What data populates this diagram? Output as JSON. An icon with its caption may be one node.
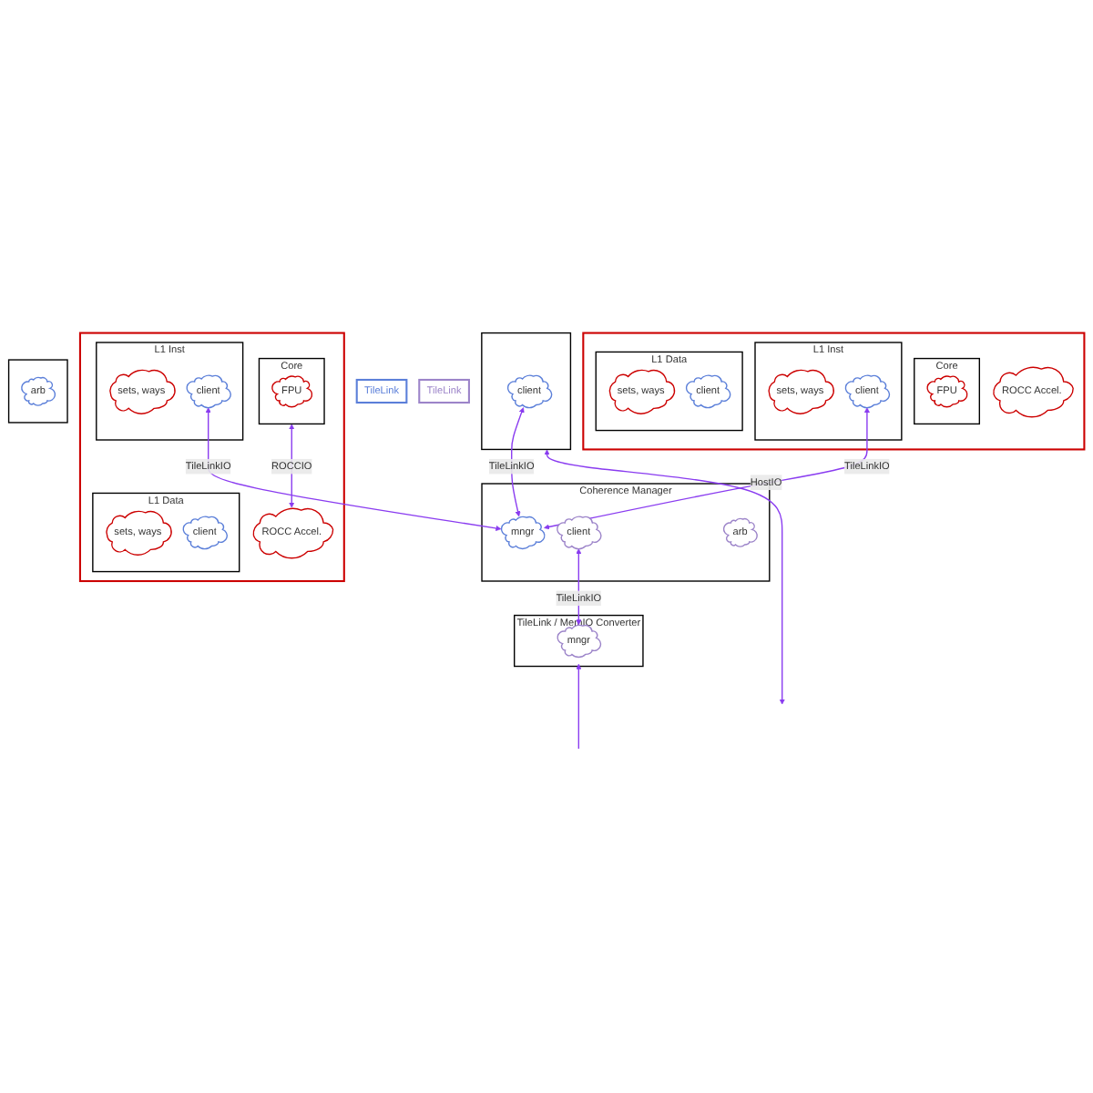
{
  "diagram": {
    "nodes": [
      {
        "text": [],
        "shape": "box"
      },
      {
        "text": [
          "Core"
        ],
        "in": 0
      },
      {
        "text": [
          "FPU"
        ],
        "in": 1
      },
      {
        "text": [
          "ROCC Accel."
        ],
        "in": 0
      },
      {
        "text": [
          "L1 Inst"
        ],
        "in": 0
      },
      {
        "text": [
          "sets, ways"
        ],
        "in": 4
      },
      {
        "text": [
          "client"
        ],
        "in": 4
      },
      {
        "text": [
          "L1 Data"
        ],
        "in": 0
      },
      {
        "text": [
          "sets, ways"
        ],
        "in": 7
      },
      {
        "text": [
          "client"
        ],
        "in": 7
      },
      {
        "text": [],
        "shape": "box"
      },
      {
        "text": [
          "Core"
        ],
        "in": 10
      },
      {
        "text": [
          "FPU"
        ],
        "in": 11
      },
      {
        "text": [
          "ROCC Accel."
        ],
        "in": 10
      },
      {
        "text": [
          "L1 Inst"
        ],
        "in": 10
      },
      {
        "text": [
          "sets, ways"
        ],
        "in": 14
      },
      {
        "text": [
          "client"
        ],
        "in": 14
      },
      {
        "text": [
          "L1 Data"
        ],
        "in": 10
      },
      {
        "text": [
          "sets, ways"
        ],
        "in": 17
      },
      {
        "text": [
          "client"
        ],
        "in": 17
      },
      {
        "text": [],
        "shape": "box"
      },
      {
        "text": [
          "client"
        ],
        "in": 20
      },
      {
        "text": [],
        "shape": "box"
      },
      {
        "text": [
          "arb"
        ],
        "in": 22
      },
      {
        "text": [
          "Coherence Manager"
        ]
      },
      {
        "text": [
          "mngr"
        ],
        "in": 24
      },
      {
        "text": [
          "client"
        ],
        "in": 24
      },
      {
        "text": [
          "arb"
        ],
        "in": 24
      },
      {
        "text": [
          "TileLink / MemIO Converter"
        ]
      },
      {
        "text": [
          "mngr"
        ],
        "in": 28
      },
      {
        "text": [
          "TileLink"
        ]
      },
      {
        "text": [
          "TileLink"
        ]
      }
    ],
    "edges": [
      {
        "from": 1,
        "to": 3,
        "arrow": "both",
        "label": "ROCCIO"
      },
      {
        "from": 20,
        "to": null,
        "arrow": "both",
        "label": "HostIO"
      },
      {
        "from": 6,
        "to": 25,
        "arrow": "both",
        "label": "TileLinkIO"
      },
      {
        "from": 16,
        "to": 25,
        "arrow": "both",
        "label": "TileLinkIO"
      },
      {
        "from": 21,
        "to": 25,
        "arrow": "both",
        "label": "TileLinkIO"
      },
      {
        "from": 26,
        "to": 29,
        "arrow": "both",
        "label": "TileLinkIO"
      },
      {
        "from": null,
        "to": 28,
        "arrow": "to"
      }
    ]
  }
}
